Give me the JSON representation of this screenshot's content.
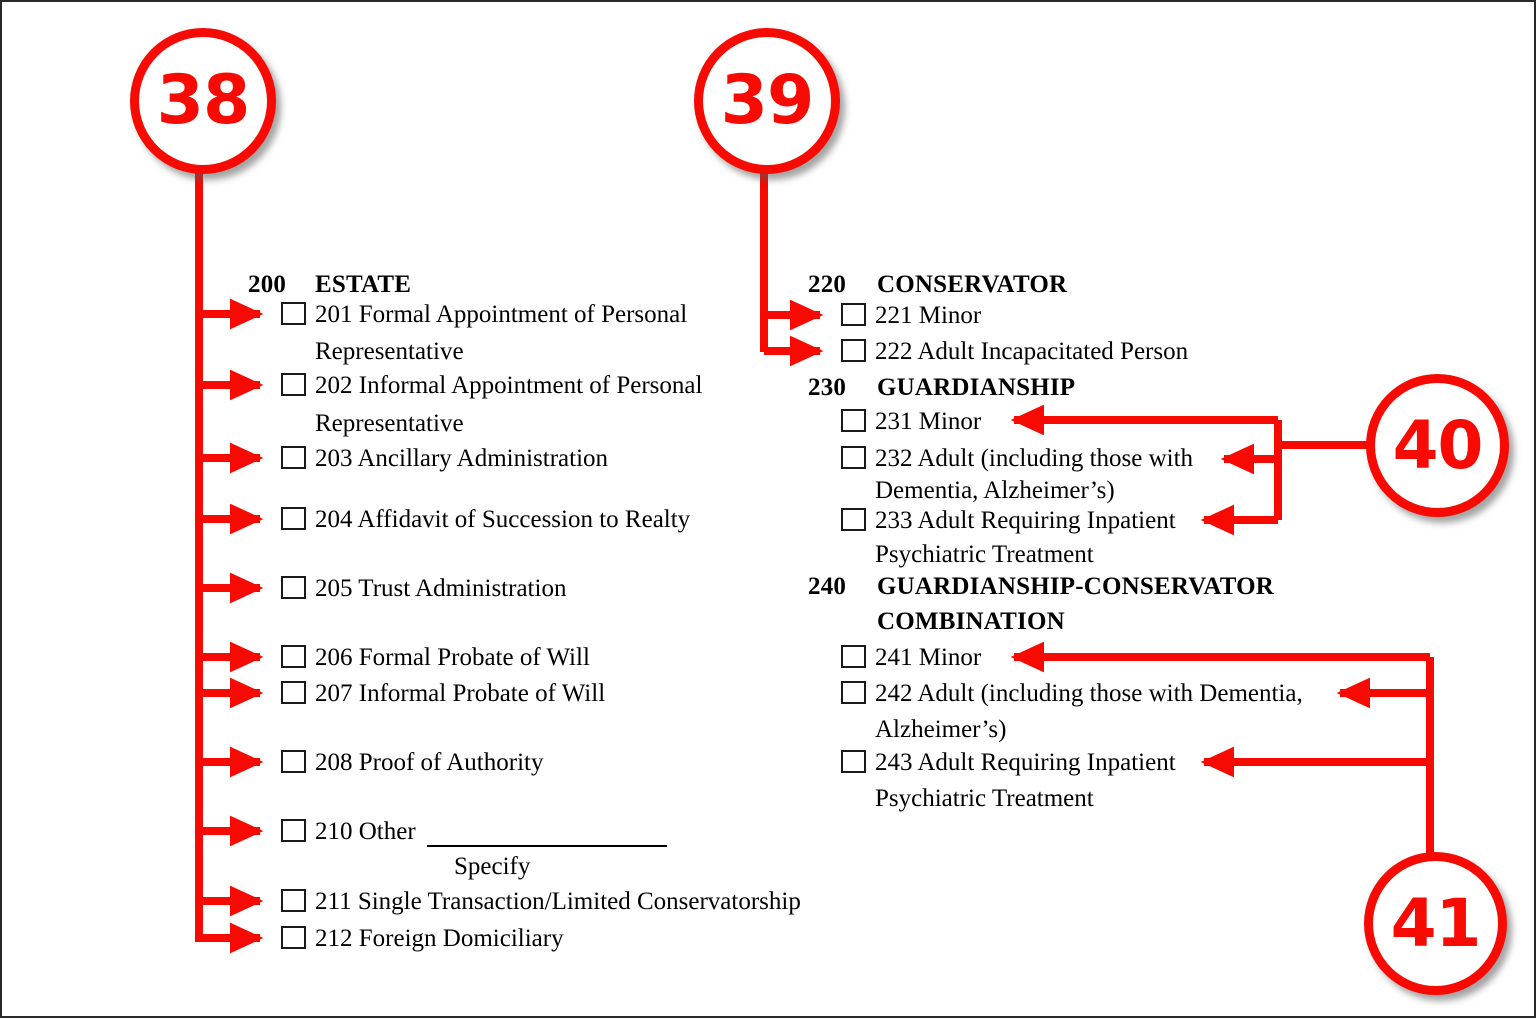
{
  "page": {
    "title": "Probate Case Type Selection Form - Annotated",
    "accent_red": "#F60A02",
    "ink": "#000000",
    "background": "#FFFFFF"
  },
  "left_column": {
    "group": {
      "number": "200",
      "title": "ESTATE"
    },
    "items": [
      {
        "code": "201",
        "text": "201 Formal Appointment of Personal",
        "cont": "Representative",
        "checkbox": true,
        "arrow": true
      },
      {
        "code": "202",
        "text": "202 Informal Appointment of Personal",
        "cont": "Representative",
        "checkbox": true,
        "arrow": true
      },
      {
        "code": "203",
        "text": "203 Ancillary Administration",
        "cont": "",
        "checkbox": true,
        "arrow": true
      },
      {
        "code": "204",
        "text": "204 Affidavit of Succession to Realty",
        "cont": "",
        "checkbox": true,
        "arrow": true
      },
      {
        "code": "205",
        "text": "205 Trust Administration",
        "cont": "",
        "checkbox": true,
        "arrow": true
      },
      {
        "code": "206",
        "text": "206 Formal Probate of Will",
        "cont": "",
        "checkbox": true,
        "arrow": true
      },
      {
        "code": "207",
        "text": "207 Informal Probate of Will",
        "cont": "",
        "checkbox": true,
        "arrow": true
      },
      {
        "code": "208",
        "text": "208 Proof of Authority",
        "cont": "",
        "checkbox": true,
        "arrow": true
      },
      {
        "code": "210",
        "text": "210 Other",
        "cont": "",
        "checkbox": true,
        "arrow": true,
        "has_blank_line": true,
        "blank_caption": "Specify"
      },
      {
        "code": "211",
        "text": "211 Single Transaction/Limited Conservatorship",
        "cont": "",
        "checkbox": true,
        "arrow": true
      },
      {
        "code": "212",
        "text": "212 Foreign Domiciliary",
        "cont": "",
        "checkbox": true,
        "arrow": true
      }
    ]
  },
  "right_column": {
    "groups": [
      {
        "number": "220",
        "title": "CONSERVATOR",
        "items": [
          {
            "code": "221",
            "text": "221 Minor",
            "cont": "",
            "checkbox": true
          },
          {
            "code": "222",
            "text": "222 Adult Incapacitated Person",
            "cont": "",
            "checkbox": true
          }
        ]
      },
      {
        "number": "230",
        "title": "GUARDIANSHIP",
        "items": [
          {
            "code": "231",
            "text": "231 Minor",
            "cont": "",
            "checkbox": true
          },
          {
            "code": "232",
            "text": "232 Adult (including those with",
            "cont": "Dementia, Alzheimer’s)",
            "checkbox": true
          },
          {
            "code": "233",
            "text": "233 Adult Requiring Inpatient",
            "cont": "Psychiatric Treatment",
            "checkbox": true
          }
        ]
      },
      {
        "number": "240",
        "title": "GUARDIANSHIP-CONSERVATOR",
        "title_cont": "COMBINATION",
        "items": [
          {
            "code": "241",
            "text": "241 Minor",
            "cont": "",
            "checkbox": true
          },
          {
            "code": "242",
            "text": "242 Adult (including those with Dementia,",
            "cont": "Alzheimer’s)",
            "checkbox": true
          },
          {
            "code": "243",
            "text": "243 Adult Requiring Inpatient",
            "cont": "Psychiatric Treatment",
            "checkbox": true
          }
        ]
      }
    ]
  },
  "callouts": [
    {
      "label": "38",
      "target_group": "200",
      "points_to": "left column items 201-212"
    },
    {
      "label": "39",
      "target_group": "220",
      "points_to": "items 221-222"
    },
    {
      "label": "40",
      "target_group": "230",
      "points_to": "items 231-233"
    },
    {
      "label": "41",
      "target_group": "240",
      "points_to": "items 241-243"
    }
  ]
}
